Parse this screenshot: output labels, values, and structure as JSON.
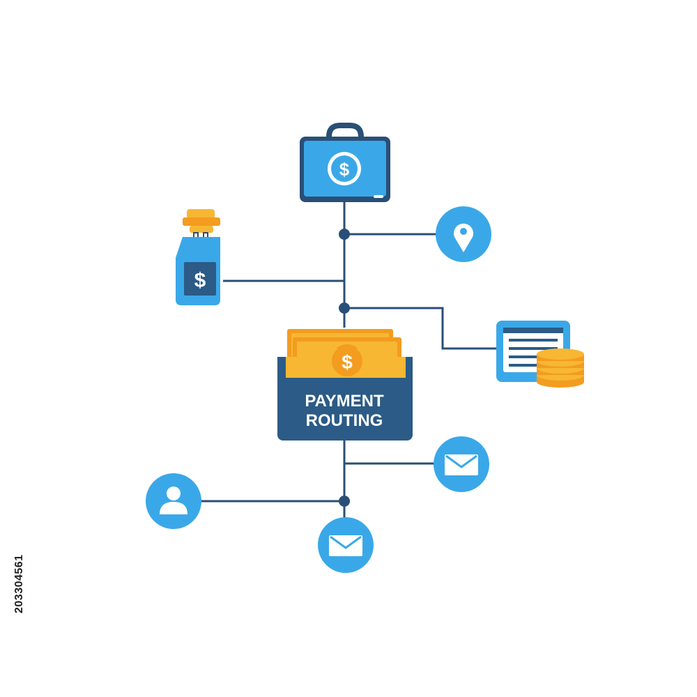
{
  "center": {
    "title_line1": "PAYMENT",
    "title_line2": "ROUTING",
    "currency_symbol": "$"
  },
  "stock_id": "203304561",
  "icons": {
    "top": "briefcase-dollar-icon",
    "left": "money-bag-dollar-icon",
    "right_top": "location-pin-icon",
    "right_mid": "invoice-coins-icon",
    "right_low": "envelope-icon",
    "bottom": "envelope-icon",
    "bottom_left": "user-icon"
  },
  "colors": {
    "line": "#2a4f77",
    "node": "#2a4f77",
    "light_blue": "#3aa8e8",
    "panel_blue": "#2b5b86",
    "money_yellow": "#f7b733",
    "money_orange": "#f39c1f",
    "background": "#ffffff"
  }
}
